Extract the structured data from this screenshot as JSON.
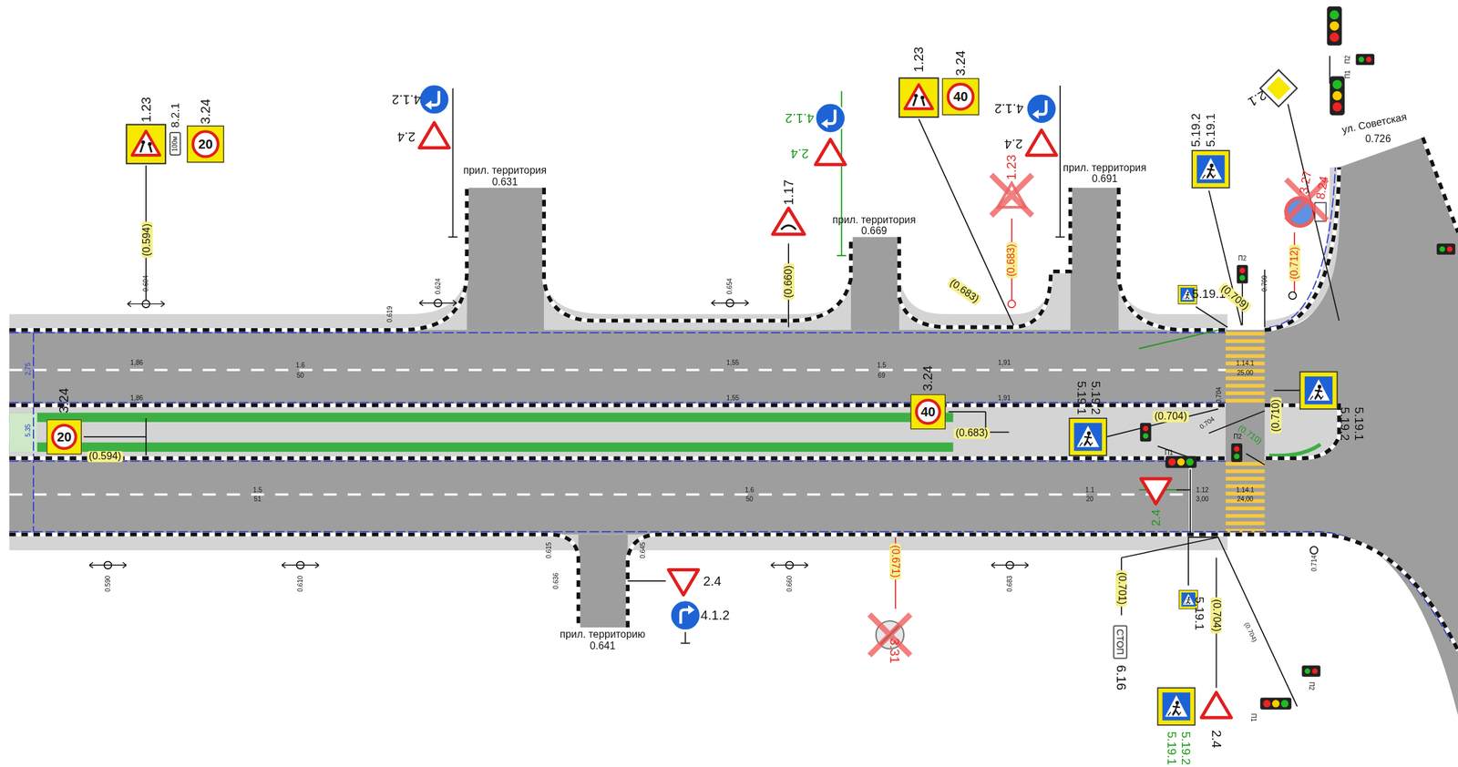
{
  "diagram": {
    "nodes": [
      {
        "text": [
          "20"
        ]
      },
      {
        "text": [
          "100м"
        ]
      },
      {
        "text": [
          "40"
        ]
      },
      {
        "text": [
          "20"
        ]
      },
      {
        "text": [
          "40"
        ]
      },
      {
        "text": [
          "СТОП"
        ]
      }
    ],
    "labels": [
      "1.23",
      "8.2.1",
      "3.24",
      "(0.594)",
      "0.604",
      "4.1.2",
      "2.4",
      "прил. территория",
      "0.631",
      "0.619",
      "0.624",
      "0.654",
      "1.17",
      "(0.660)",
      "4.1.2",
      "2.4",
      "прил. территория",
      "0.669",
      "1.23",
      "3.24",
      "4.1.2",
      "2.4",
      "1.23",
      "(0.683)",
      "(0.683)",
      "прил. территория",
      "0.691",
      "5.19.2",
      "5.19.1",
      "2.1",
      "П2",
      "П1",
      "ул. Советская",
      "0.726",
      "8.24",
      "3.27",
      "(0.712)",
      "5.19.1",
      "П2",
      "(0.709)",
      "0.709",
      "1,86",
      "1,86",
      "1,55",
      "1,55",
      "1,91",
      "1,91",
      "1.6",
      "50",
      "1.5",
      "69",
      "2,75",
      "5.35",
      "3.24",
      "(0.594)",
      "3.24",
      "(0.683)",
      "5.19.1",
      "5.19.2",
      "(0.704)",
      "0.704",
      "0.704",
      "(0.710)",
      "(0.710)",
      "5.19.2",
      "5.19.1",
      "П1",
      "П2",
      "1.14.1",
      "25,00",
      "1.12",
      "3,00",
      "1.14.1",
      "24,00",
      "1.5",
      "51",
      "1.6",
      "50",
      "1.1",
      "20",
      "2.4",
      "0.590",
      "0.610",
      "0.636",
      "0.615",
      "0.645",
      "0.660",
      "0.683",
      "0.714",
      "прил. территорию",
      "0.641",
      "2.4",
      "4.1.2",
      "(0.671)",
      "3.31",
      "(0.701)",
      "6.16",
      "5.19.1",
      "(0.704)",
      "(0.704)",
      "5.19.1",
      "5.19.2",
      "2.4",
      "П2",
      "П1"
    ]
  }
}
